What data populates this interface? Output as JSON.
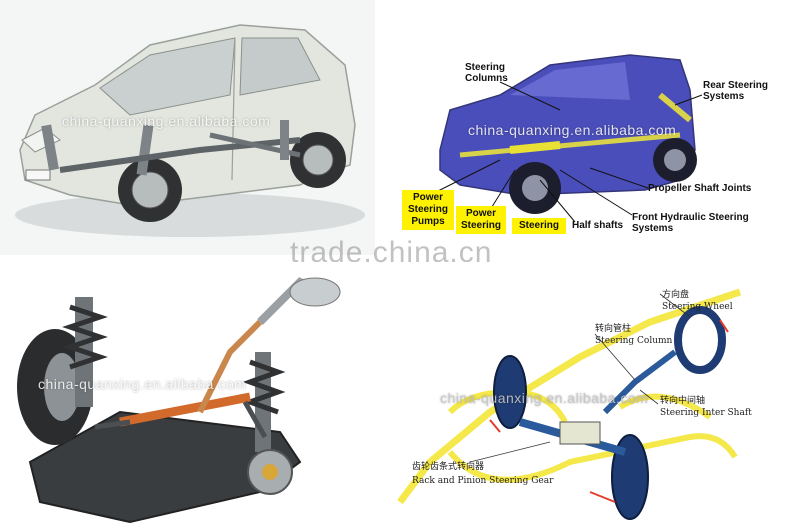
{
  "watermark": {
    "panel": "china-quanxing.en.alibaba.com",
    "center": "trade.china.cn",
    "panel_bottom_left": "china-quanxing.en.alibaba.com",
    "panel_bottom_right": "china-quanxing.en.alibaba.com"
  },
  "suv_labels": {
    "steering_columns": "Steering\nColumns",
    "rear_steering_systems": "Rear Steering\nSystems",
    "propeller_shaft_joints": "Propeller Shaft Joints",
    "front_hydraulic": "Front Hydraulic Steering\nSystems",
    "half_shafts": "Half shafts",
    "power_steering_pumps": "Power\nSteering\nPumps",
    "power_steering": "Power\nSteering",
    "steering": "Steering"
  },
  "diagram_labels": {
    "steering_wheel_cn": "方向盘",
    "steering_wheel_en": "Steering Wheel",
    "steering_column_cn": "转向管柱",
    "steering_column_en": "Steering Column",
    "inter_shaft_cn": "转向中间轴",
    "inter_shaft_en": "Steering Inter Shaft",
    "rack_pinion_cn": "齿轮齿条式转向器",
    "rack_pinion_en": "Rack and Pinion Steering Gear"
  },
  "colors": {
    "highlight_yellow": "#fff200",
    "suv_body": "#3b3fb5",
    "car_body": "#e3e6df"
  }
}
